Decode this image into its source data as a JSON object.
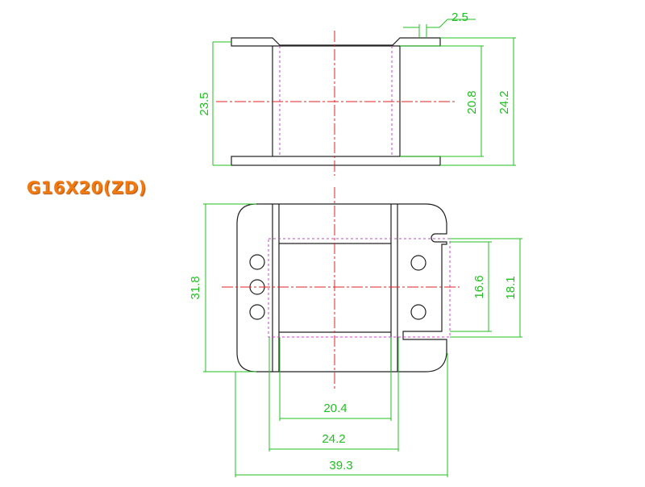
{
  "title": "G16X20(ZD)",
  "colors": {
    "outline": "#202020",
    "dimension": "#20c020",
    "centerline": "#e02020",
    "hidden": "#d040d0",
    "title": "#f07a10"
  },
  "dimensions": {
    "flange_thickness": "2.5",
    "height_total": "23.5",
    "inner_height": "20.8",
    "flange_width": "24.2",
    "base_height": "31.8",
    "slot_inner": "16.6",
    "slot_outer": "18.1",
    "core_inner": "20.4",
    "core_outer": "24.2",
    "overall_length": "39.3"
  }
}
